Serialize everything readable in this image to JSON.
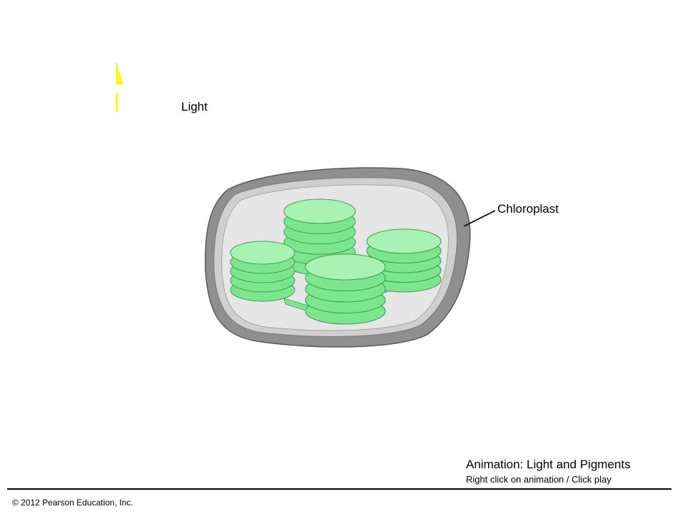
{
  "labels": {
    "light": "Light",
    "chloroplast": "Chloroplast"
  },
  "animation": {
    "title": "Animation: Light and Pigments",
    "instruction": "Right click on animation / Click play"
  },
  "footer": {
    "copyright": "© 2012 Pearson Education, Inc."
  },
  "colors": {
    "outer_membrane": "#8f8f8f",
    "inner_membrane": "#cfcfcf",
    "stroma": "#e6e6e6",
    "thylakoid": "#7ce68f",
    "thylakoid_top": "#a8f2b4",
    "light_arrow": "#ffff00"
  }
}
